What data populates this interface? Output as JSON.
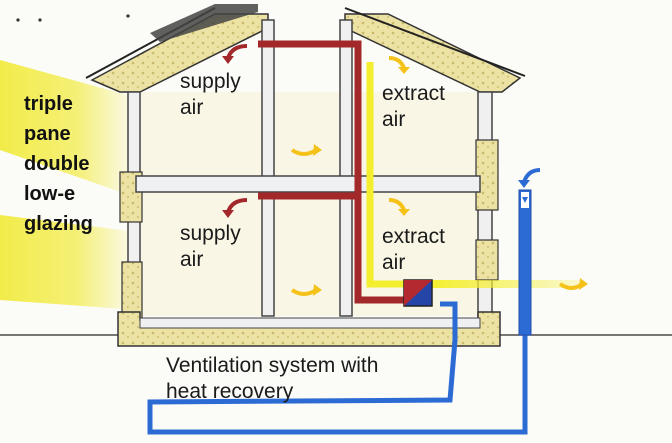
{
  "labels": {
    "supply_upper": [
      "supply",
      "air"
    ],
    "supply_lower": [
      "supply",
      "air"
    ],
    "extract_upper": [
      "extract",
      "air"
    ],
    "extract_lower": [
      "extract",
      "air"
    ],
    "glazing": [
      "triple",
      "pane",
      "double",
      "low-e",
      "glazing"
    ],
    "caption": [
      "Ventilation system with",
      "heat recovery"
    ]
  },
  "colors": {
    "insulation": "#ece2a4",
    "wall_outline": "#333333",
    "supply_duct": "#a3282a",
    "extract_duct": "#f4ef2e",
    "ground_pipe": "#2d6bd4",
    "glazing_beam": "#f2ec4a",
    "arrow_warm": "#f5c21a",
    "arrow_red": "#a3282a",
    "arrow_blue": "#2d6bd4",
    "heat_exchanger_red": "#b42830",
    "heat_exchanger_blue": "#2546a8"
  },
  "icons": [
    "roof-solar-panel",
    "flow-arrow",
    "heat-exchanger-icon"
  ]
}
